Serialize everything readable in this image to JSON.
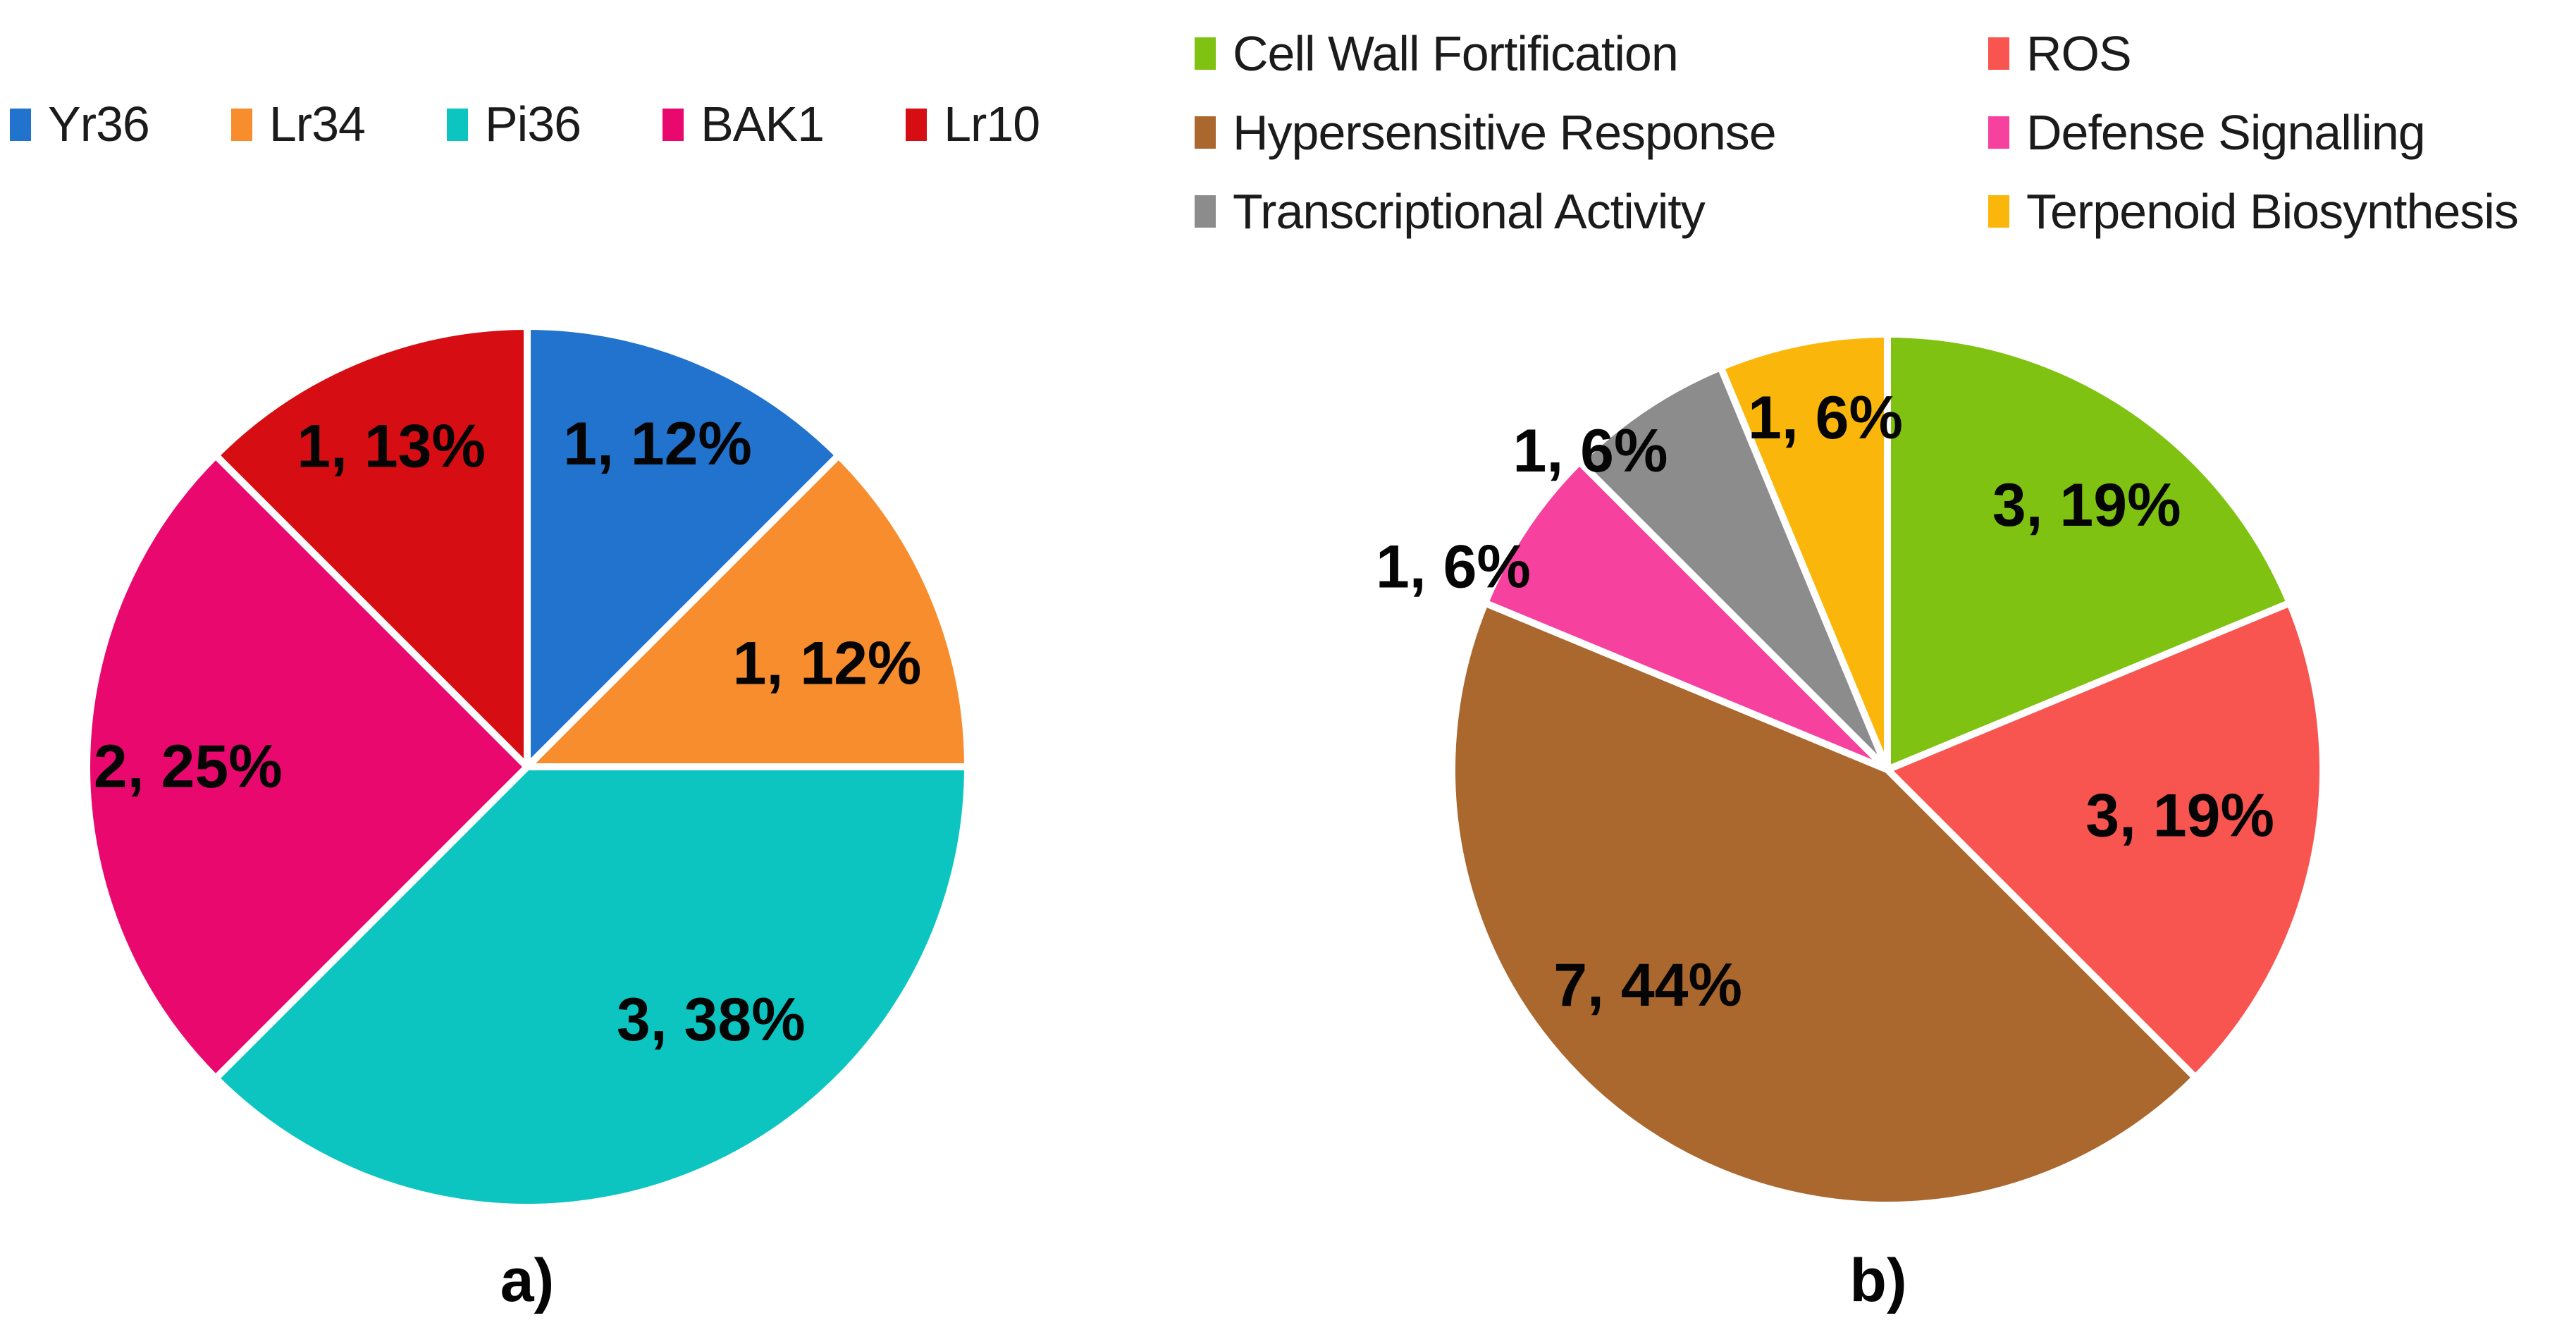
{
  "figure": {
    "background": "#ffffff",
    "separator_color": "#ffffff",
    "text_color": "#1b1b1b"
  },
  "chart_data": [
    {
      "type": "pie",
      "id": "a",
      "caption": "a)",
      "total": 8,
      "start_angle_deg": 0,
      "direction": "clockwise",
      "legend_position": "top-left-row",
      "label_format": "count, percent",
      "slices": [
        {
          "label": "Yr36",
          "value": 1,
          "pct": 12,
          "data_label": "1, 12%",
          "color": "#2273CE",
          "label_angle": 22,
          "label_r": 0.79
        },
        {
          "label": "Lr34",
          "value": 1,
          "pct": 12,
          "data_label": "1, 12%",
          "color": "#F78D2D",
          "label_angle": 71,
          "label_r": 0.72
        },
        {
          "label": "Pi36",
          "value": 3,
          "pct": 38,
          "data_label": "3, 38%",
          "color": "#0CC5C0",
          "label_angle": 144,
          "label_r": 0.71
        },
        {
          "label": "BAK1",
          "value": 2,
          "pct": 25,
          "data_label": "2, 25%",
          "color": "#E9086E",
          "label_angle": 270,
          "label_r": 0.77
        },
        {
          "label": "Lr10",
          "value": 1,
          "pct": 13,
          "data_label": "1, 13%",
          "color": "#D60D12",
          "label_angle": 337,
          "label_r": 0.79
        }
      ]
    },
    {
      "type": "pie",
      "id": "b",
      "caption": "b)",
      "total": 16,
      "start_angle_deg": 0,
      "direction": "clockwise",
      "legend_position": "top-right-two-columns",
      "label_format": "count, percent",
      "slices": [
        {
          "label": "Cell Wall Fortification",
          "value": 3,
          "pct": 19,
          "data_label": "3, 19%",
          "color": "#7FC211",
          "label_angle": 37,
          "label_r": 0.76
        },
        {
          "label": "ROS",
          "value": 3,
          "pct": 19,
          "data_label": "3, 19%",
          "color": "#F85450",
          "label_angle": 99,
          "label_r": 0.68
        },
        {
          "label": "Hypersensitive Response",
          "value": 7,
          "pct": 44,
          "data_label": "7, 44%",
          "color": "#AA672E",
          "label_angle": 228,
          "label_r": 0.74
        },
        {
          "label": "Defense Signalling",
          "value": 1,
          "pct": 6,
          "data_label": "1, 6%",
          "color": "#F6419E",
          "label_angle": 295,
          "label_r": 1.1
        },
        {
          "label": "Transcriptional Activity",
          "value": 1,
          "pct": 6,
          "data_label": "1, 6%",
          "color": "#8C8C8C",
          "label_angle": 317,
          "label_r": 1.0
        },
        {
          "label": "Terpenoid Biosynthesis",
          "value": 1,
          "pct": 6,
          "data_label": "1, 6%",
          "color": "#FBB60B",
          "label_angle": 350,
          "label_r": 0.82
        }
      ]
    }
  ]
}
